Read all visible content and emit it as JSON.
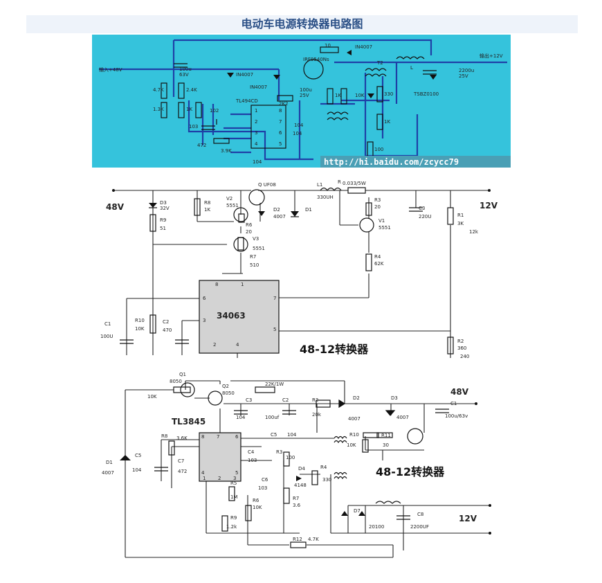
{
  "page": {
    "title": "电动车电源转换器电路图"
  },
  "circuit1": {
    "input_label": "输入+48V",
    "output_label": "输出+12V",
    "ic": "TL494CD",
    "cap_in": "100u",
    "cap_in_v": "63V",
    "diode_a": "IN4007",
    "diode_b": "IN4007",
    "diode_top": "IN4007",
    "mosfet": "IRF9540Ns",
    "cap_mid": "100u",
    "cap_mid_v": "25V",
    "cap_out": "2200u",
    "cap_out_v": "25V",
    "schottky": "TSBZ0100",
    "res_10": "10",
    "transformer": "T2",
    "inductor": "L",
    "r_2k2": "2K2",
    "r_4k7": "4.7K",
    "r_1k3": "1.3K",
    "r_2k4": "2.4K",
    "r_1k": "1K",
    "r_3k9": "3.9K",
    "c_103": "103",
    "c_472": "472",
    "c_104a": "104",
    "c_104b": "104",
    "c_104c": "104",
    "c_102": "102",
    "r_1": "1K",
    "r_330": "330",
    "r_10k": "10K",
    "r_1kb": "1K",
    "r_100": "100",
    "pins_left": [
      "1",
      "2",
      "3",
      "4"
    ],
    "pins_right": [
      "8",
      "7",
      "6",
      "5"
    ],
    "watermark_url": "http://hi.baidu.com/zcycc79"
  },
  "circuit2": {
    "label_48v": "48V",
    "label_12v": "12V",
    "ic": "34063",
    "caption": "48-12转换器",
    "q_mos": "Q  UF08",
    "l1": "L1",
    "l1_val": "330UH",
    "r_shunt": "R",
    "r_shunt_val": "0.033/5W",
    "d3": "D3",
    "d3_val": "32V",
    "r9": "R9",
    "r9_val": "51",
    "r8": "R8",
    "r8_val": "1K",
    "v2": "V2",
    "v2_val": "5551",
    "d2": "D2",
    "d2_val": "4007",
    "d1": "D1",
    "r6": "R6",
    "r6_val": "20",
    "v3": "V3",
    "v3_val": "5551",
    "r7": "R7",
    "r7_val": "510",
    "r3": "R3",
    "r3_val": "20",
    "v1": "V1",
    "v1_val": "5551",
    "r4": "R4",
    "r4_val": "62K",
    "c3": "C3",
    "c3_val": "220U",
    "r1": "R1",
    "r1_val": "3K",
    "r1_alt": "12k",
    "r2": "R2",
    "r2_val": "360",
    "r2_alt": "240",
    "c1": "C1",
    "c1_val": "100U",
    "r10": "R10",
    "r10_val": "10K",
    "c2": "C2",
    "c2_val": "470",
    "pin8": "8",
    "pin1": "1",
    "pin6": "6",
    "pin7": "7",
    "pin3": "3",
    "pin5": "5",
    "pin2": "2",
    "pin4": "4"
  },
  "circuit3": {
    "ic": "TL3845",
    "caption": "48-12转换器",
    "label_48v": "48V",
    "label_12v": "12V",
    "q1": "Q1",
    "q1_val": "8050",
    "q2": "Q2",
    "q2_val": "8050",
    "r_10k": "10K",
    "r_22k": "22K/1W",
    "c3": "C3",
    "c3_val": "104",
    "c2": "C2",
    "c2_val": "100uf",
    "r2": "R2",
    "r2_val": "20k",
    "d2": "D2",
    "d2_val": "4007",
    "d3": "D3",
    "d3_val": "4007",
    "c1": "C1",
    "c1_val": "100u/63v",
    "r8": "R8",
    "r8_val": "3.6K",
    "c5": "C5",
    "c5_val": "104",
    "c7": "C7",
    "c7_val": "472",
    "d1": "D1",
    "d1_val": "4007",
    "c5b": "C5",
    "c5b_val": "104",
    "c4": "C4",
    "c4_val": "103",
    "r3": "R3",
    "r3_val": "100",
    "r10": "R10",
    "r10_val": "10K",
    "r11": "R11",
    "r11_val": "30",
    "d4": "D4",
    "d4_val": "4148",
    "r4": "R4",
    "r4_val": "330",
    "c6": "C6",
    "c6_val": "103",
    "r5": "R5",
    "r5_val": "1M",
    "r6": "R6",
    "r6_val": "10K",
    "r7": "R7",
    "r7_val": "3.6",
    "r9": "R9",
    "r9_val": "1.2k",
    "d7": "D7",
    "d7_val": "20100",
    "c8": "C8",
    "c8_val": "2200UF",
    "r12": "R12",
    "r12_val": "4.7K",
    "pins_left": [
      "8",
      "4"
    ],
    "pins_right": [
      "7",
      "6",
      "5"
    ],
    "pins_bottom": [
      "1",
      "2",
      "3"
    ]
  },
  "colors": {
    "panel1_bg": "#35c3dc",
    "wire_blue": "#1f3fa6",
    "wire_black": "#222222",
    "title_color": "#2a4f86"
  }
}
